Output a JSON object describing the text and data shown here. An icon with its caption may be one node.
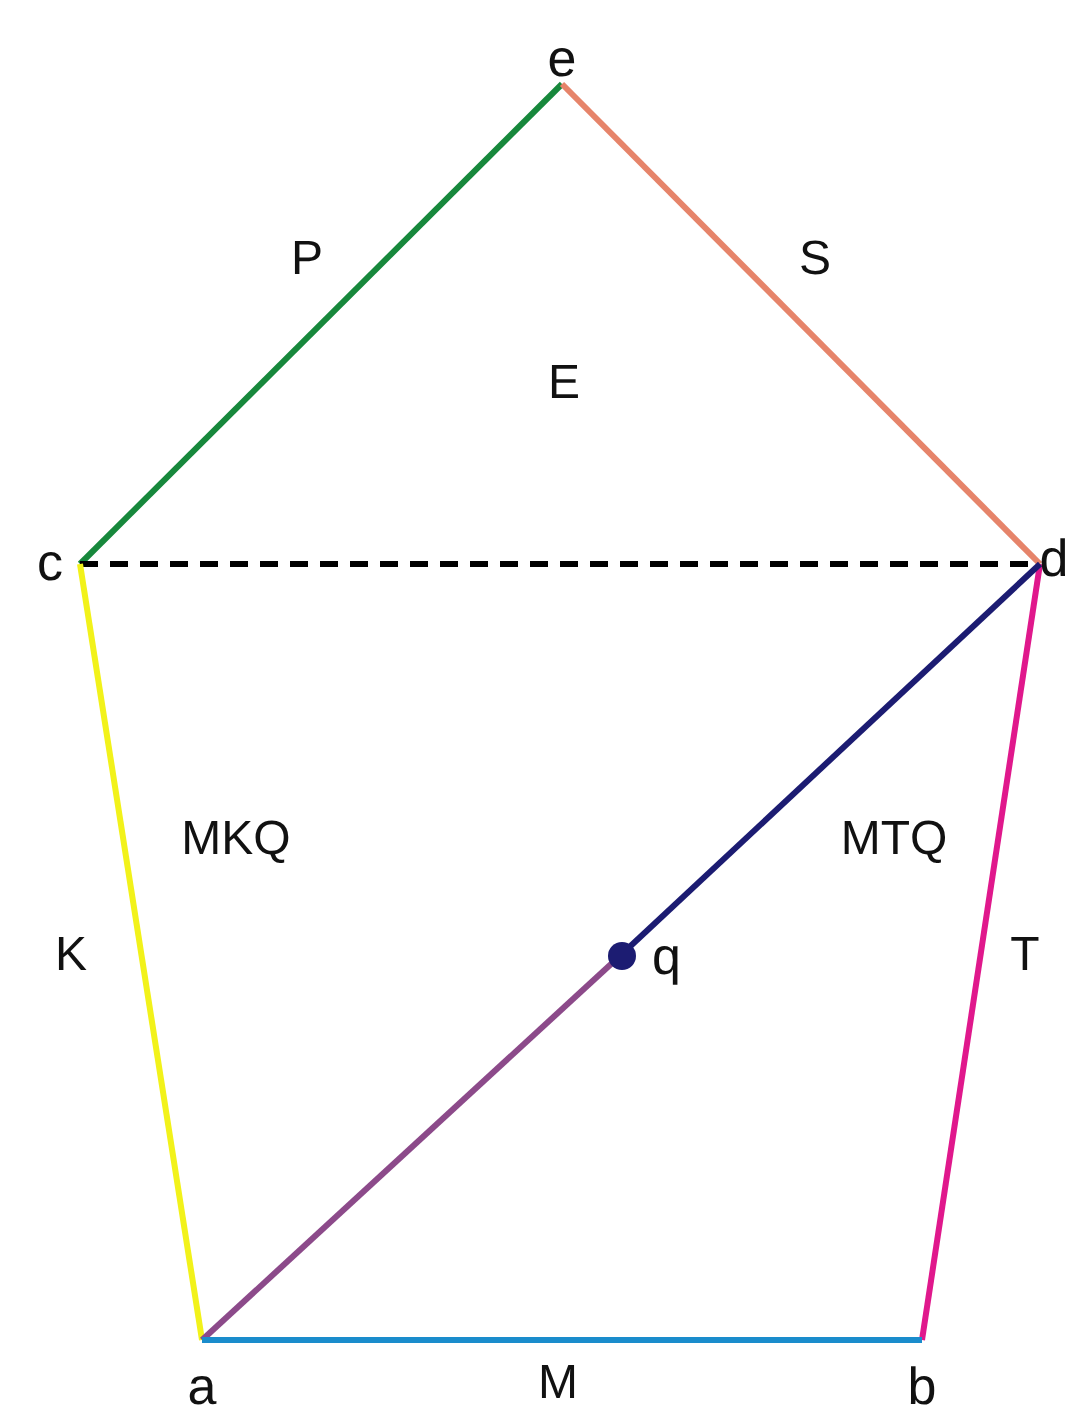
{
  "diagram": {
    "nodes": [
      {
        "text": [
          "e"
        ]
      },
      {
        "text": [
          "c"
        ]
      },
      {
        "text": [
          "d"
        ]
      },
      {
        "text": [
          "q"
        ]
      },
      {
        "text": [
          "a"
        ]
      },
      {
        "text": [
          "b"
        ]
      }
    ],
    "edges": [
      {
        "from": 1,
        "to": 0,
        "arrow": "none",
        "label": "P",
        "color": "#17883c"
      },
      {
        "from": 0,
        "to": 2,
        "arrow": "none",
        "label": "S",
        "color": "#e6846a"
      },
      {
        "from": 1,
        "to": 2,
        "arrow": "none",
        "style": "dashed",
        "color": "#000000"
      },
      {
        "from": 1,
        "to": 4,
        "arrow": "none",
        "label": "K",
        "color": "#f2f21a"
      },
      {
        "from": 2,
        "to": 5,
        "arrow": "none",
        "label": "T",
        "color": "#e0188c"
      },
      {
        "from": 2,
        "to": 3,
        "arrow": "none",
        "color": "#1c1c72"
      },
      {
        "from": 3,
        "to": 4,
        "arrow": "none",
        "color": "#8c4a8a"
      },
      {
        "from": 4,
        "to": 5,
        "arrow": "none",
        "label": "M",
        "color": "#1a8ccc"
      }
    ],
    "labels": [
      "E",
      "MKQ",
      "MTQ"
    ]
  }
}
